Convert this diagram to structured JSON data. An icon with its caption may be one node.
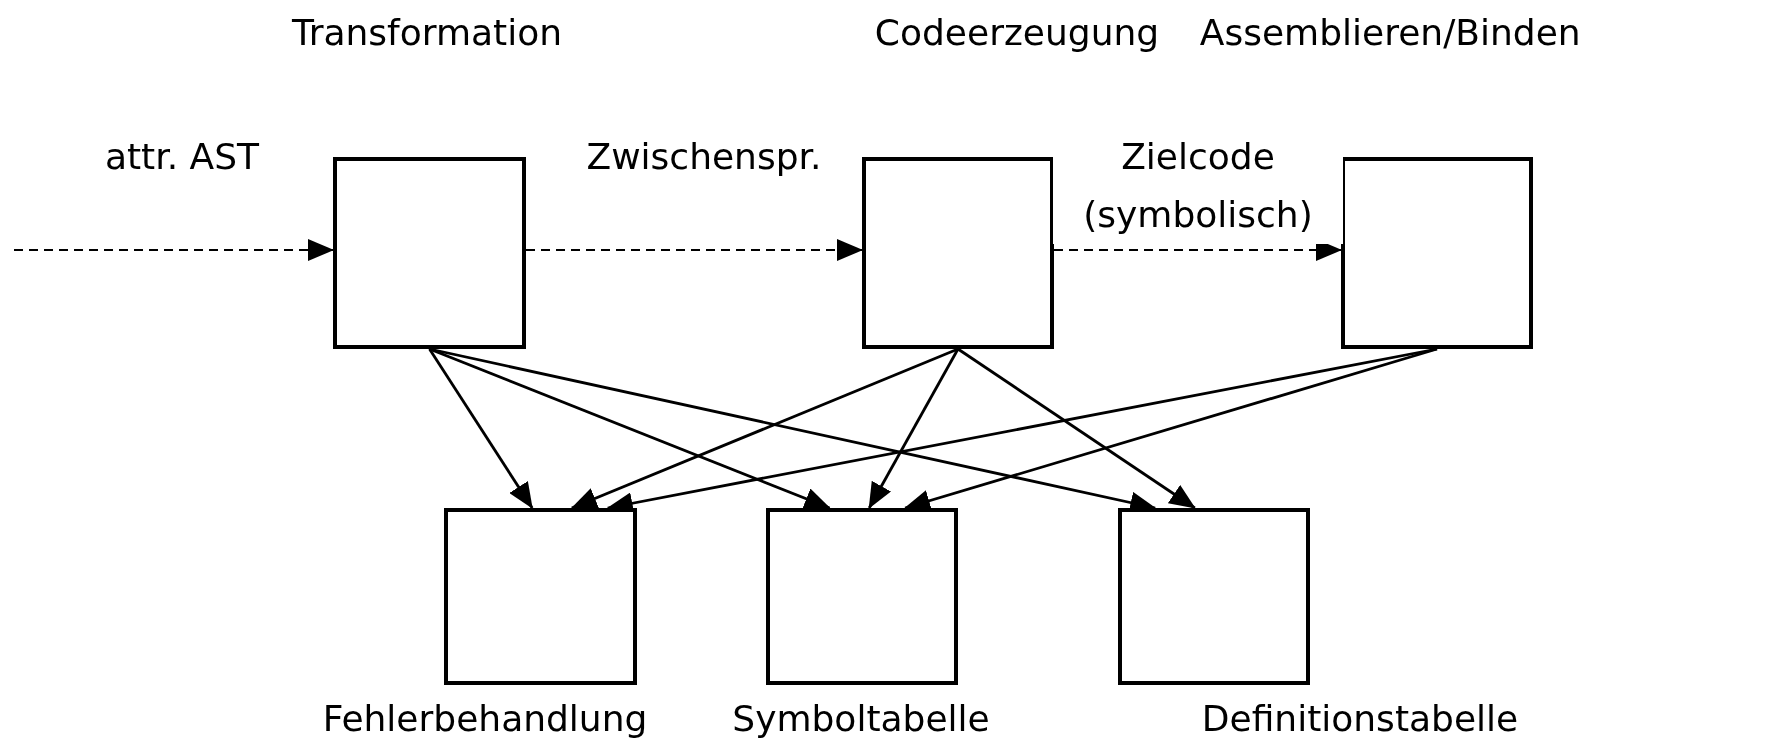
{
  "diagram": {
    "nodes": [
      {
        "text": [
          "Transformation"
        ]
      },
      {
        "text": [
          "Codeerzeugung"
        ]
      },
      {
        "text": [
          "Assemblieren/Binden"
        ]
      },
      {
        "text": [
          "Fehlerbehandlung"
        ]
      },
      {
        "text": [
          "Symboltabelle"
        ]
      },
      {
        "text": [
          "Definitionstabelle"
        ]
      }
    ],
    "edges": [
      {
        "from": null,
        "to": 0,
        "arrow": "to",
        "style": "dashed",
        "label": "attr. AST"
      },
      {
        "from": 0,
        "to": 1,
        "arrow": "to",
        "style": "dashed",
        "label": "Zwischenspr."
      },
      {
        "from": 1,
        "to": 2,
        "arrow": "to",
        "style": "dashed",
        "label": "Zielcode (symbolisch)"
      },
      {
        "from": 0,
        "to": 3,
        "arrow": "to"
      },
      {
        "from": 0,
        "to": 4,
        "arrow": "to"
      },
      {
        "from": 0,
        "to": 5,
        "arrow": "to"
      },
      {
        "from": 1,
        "to": 3,
        "arrow": "to"
      },
      {
        "from": 1,
        "to": 4,
        "arrow": "to"
      },
      {
        "from": 1,
        "to": 5,
        "arrow": "to"
      },
      {
        "from": 2,
        "to": 3,
        "arrow": "to"
      },
      {
        "from": 2,
        "to": 4,
        "arrow": "to"
      }
    ]
  }
}
